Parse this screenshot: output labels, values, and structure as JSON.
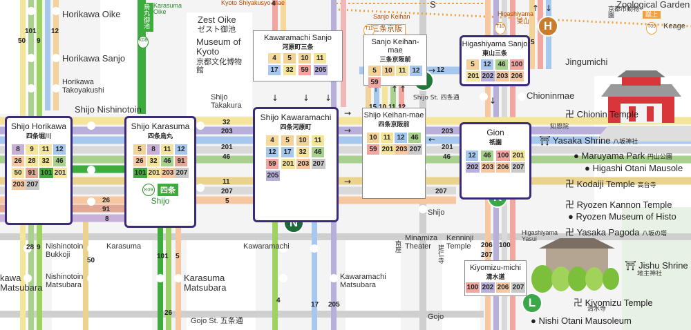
{
  "map": {
    "streets": {
      "gojo": "Gojo St. 五条通",
      "shijo_st_jp": "Shijo St. 四条通",
      "kyoto_shiyakusyo": "Kyoto Shiyakusyo-mae",
      "karasuma": "Karasuma",
      "kawaramachi": "Kawaramachi",
      "shijo_takakura": "Shijo Takakura",
      "minamiza": "Minamiza Theater",
      "minamiza_jp": "南座",
      "kenninji": "Kenninji Temple",
      "kenninji_jp": "建仁寺",
      "shijo_vertical": "Shijo",
      "gojo_vertical": "Gojo",
      "sanjo_keihan_small": "Sanjo Keihan",
      "higashiyama_small": "Higashiyama",
      "higashiyama_jp_small": "東山",
      "keage": "Keage",
      "keage_jp": "蹴上",
      "higashiyama_yasui": "Higashiyama Yasui",
      "karasuma_oike_jp": "烏丸御池",
      "karasuma_oike": "Karasuma Oike",
      "sanjo_keihan_badge": "三条京阪",
      "sanjo_code": "T11",
      "higashiyama_code": "T10",
      "keage_code": "T09",
      "karasuma_oike_code": "K08"
    },
    "places": {
      "horikawa_oike": "Horikawa Oike",
      "horikawa_sanjo": "Horikawa Sanjo",
      "horikawa_takoyakushi": "Horikawa Takoyakushi",
      "shijo_nishinotoin": "Shijo Nishinotoin",
      "zest_oike": "Zest Oike",
      "zest_oike_jp": "ゼスト御池",
      "museum_kyoto": "Museum of Kyoto",
      "museum_kyoto_jp": "京都文化博物館",
      "nishinotoin_bukkoji": "Nishinotoin Bukkoji",
      "nishinotoin_matsubara": "Nishinotoin Matsubara",
      "karasuma_matsubara": "Karasuma Matsubara",
      "kawaramachi_matsubara": "Kawaramachi Matsubara",
      "horikawa_matsubara": "kawa Matsubara",
      "jingumichi": "Jingumichi",
      "chioninmae": "Chioninmae",
      "zoo": "Zoological Garden",
      "zoo_jp": "京都市動物園",
      "chionin": "Chionin Temple",
      "chionin_jp": "知恩院",
      "yasaka_shrine": "Yasaka Shrine",
      "yasaka_shrine_jp": "八坂神社",
      "maruyama": "Maruyama Park",
      "maruyama_jp": "円山公園",
      "otani_mausoleum": "Higashi Otani Mausole",
      "kodaiji": "Kodaiji Temple",
      "kodaiji_jp": "高台寺",
      "ryozen": "Ryozen Kannon Temple",
      "ryozen_museum": "Ryozen Museum of Histo",
      "yasaka_pagoda": "Yasaka Pagoda",
      "yasaka_pagoda_jp": "八坂の塔",
      "jishu": "Jishu Shrine",
      "jishu_jp": "地主神社",
      "kiyomizu": "Kiyomizu Temple",
      "kiyomizu_jp": "清水寺",
      "nishi_otani": "Nishi Otani Mausoleum"
    },
    "stops": {
      "shijo_horikawa": {
        "name": "Shijo Horikawa",
        "jp": "四条堀川",
        "routes": [
          "8",
          "9",
          "11",
          "12",
          "26",
          "28",
          "32",
          "46",
          "50",
          "91",
          "101",
          "201",
          "203",
          "207"
        ]
      },
      "shijo_karasuma": {
        "name": "Shijo Karasuma",
        "jp": "四条烏丸",
        "routes": [
          "5",
          "8",
          "11",
          "12",
          "26",
          "32",
          "46",
          "91",
          "101",
          "201",
          "203",
          "207"
        ],
        "subway_code": "K09",
        "subway_jp": "四条",
        "subway_en": "Shijo"
      },
      "shijo_kawaramachi": {
        "name": "Shijo Kawaramachi",
        "jp": "四条河原町",
        "routes": [
          "4",
          "5",
          "10",
          "11",
          "12",
          "17",
          "32",
          "46",
          "59",
          "201",
          "203",
          "207",
          "205"
        ]
      },
      "kawaramachi_sanjo": {
        "name": "Kawaramachi Sanjo",
        "jp": "河原町三条",
        "routes": [
          "4",
          "5",
          "10",
          "11",
          "17",
          "32",
          "59",
          "205"
        ]
      },
      "sanjo_keihan": {
        "name": "Sanjo Keihan-mae",
        "jp": "三条京阪前",
        "routes": [
          "5",
          "10",
          "11",
          "12",
          "59"
        ]
      },
      "shijo_keihan": {
        "name": "Shijo Keihan-mae",
        "jp": "四条京阪前",
        "routes": [
          "10",
          "11",
          "12",
          "46",
          "59",
          "201",
          "203",
          "207"
        ]
      },
      "higashiyama_sanjo": {
        "name": "Higashiyama Sanjo",
        "jp": "東山三条",
        "routes": [
          "5",
          "12",
          "46",
          "100",
          "201",
          "202",
          "203",
          "206"
        ]
      },
      "gion": {
        "name": "Gion",
        "jp": "祇園",
        "routes": [
          "12",
          "46",
          "100",
          "201",
          "202",
          "203",
          "206",
          "207"
        ]
      },
      "kiyomizu_michi": {
        "name": "Kiyomizu-michi",
        "jp": "清水道",
        "routes": [
          "100",
          "202",
          "206",
          "207"
        ]
      }
    },
    "badges": {
      "J": "J",
      "K": "K",
      "L": "L",
      "N": "N",
      "H": "H"
    },
    "route_labels": {
      "r101": "101",
      "r50": "50",
      "r9": "9",
      "r12": "12",
      "r32": "32",
      "r203": "203",
      "r201": "201",
      "r46": "46",
      "r11": "11",
      "r207": "207",
      "r5": "5",
      "r26": "26",
      "r91": "91",
      "r8": "8",
      "r28": "28",
      "r4": "4",
      "r17": "17",
      "r205": "205",
      "r206": "206",
      "r100": "100",
      "r10": "10",
      "r59": "59",
      "r15": "15"
    }
  }
}
